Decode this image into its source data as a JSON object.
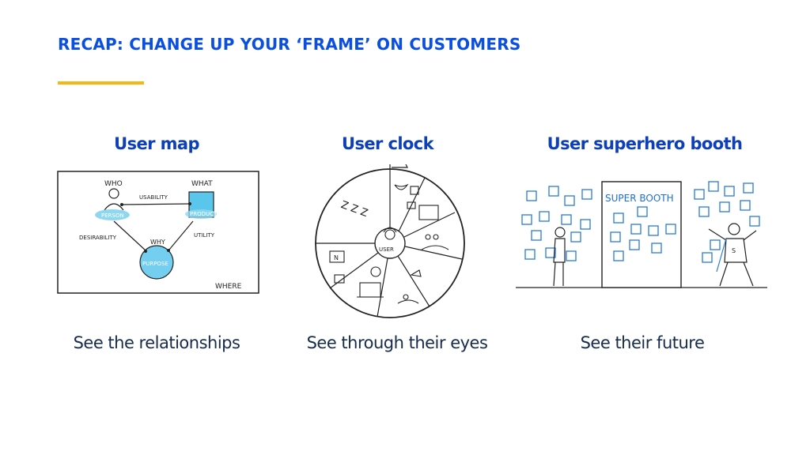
{
  "slide": {
    "title": "RECAP: CHANGE UP YOUR ‘FRAME’ ON CUSTOMERS",
    "accent_color": "#f7b614",
    "title_color": "#0b4fe0"
  },
  "columns": [
    {
      "heading": "User map",
      "caption": "See the relationships",
      "sketch_labels": {
        "who": "WHO",
        "what": "WHAT",
        "usability": "USABILITY",
        "person": "PERSON",
        "product": "PRODUCT",
        "desirability": "DESIRABILITY",
        "utility": "UTILITY",
        "why": "WHY",
        "purpose": "PURPOSE",
        "where": "WHERE"
      }
    },
    {
      "heading": "User clock",
      "caption": "See through their eyes",
      "sketch_labels": {
        "user": "USER",
        "sleep": "Z Z Z",
        "tv_letter": "N"
      }
    },
    {
      "heading": "User superhero booth",
      "caption": "See their future",
      "sketch_labels": {
        "booth": "SUPER BOOTH",
        "hero_badge": "S"
      }
    }
  ]
}
